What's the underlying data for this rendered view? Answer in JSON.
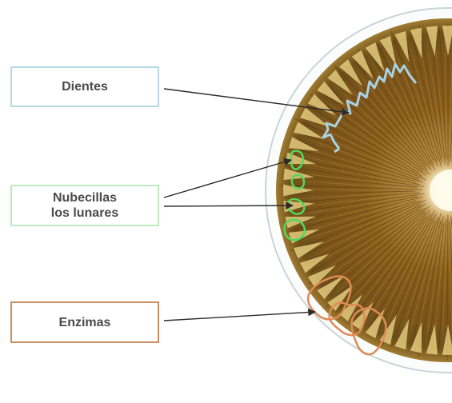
{
  "labels": {
    "dientes": {
      "text": "Dientes",
      "border_color": "#b9d8e6"
    },
    "nubecillas": {
      "text": "Nubecillas\n los lunares",
      "border_color": "#bfe9c0"
    },
    "enzimas": {
      "text": "Enzimas",
      "border_color": "#c89163"
    }
  },
  "colors": {
    "iris_base": "#8a5f1c",
    "iris_dark": "#5a3b0e",
    "spoke_light": "#e9cf7a",
    "pupil_glow": "#fffbe8",
    "outer_ring": "#c9d4da",
    "teeth_outline": "#a9d3e3",
    "lunar_outline": "#55d65c",
    "enzyme_outline": "#e08a55",
    "arrow": "#2b2b2b"
  }
}
